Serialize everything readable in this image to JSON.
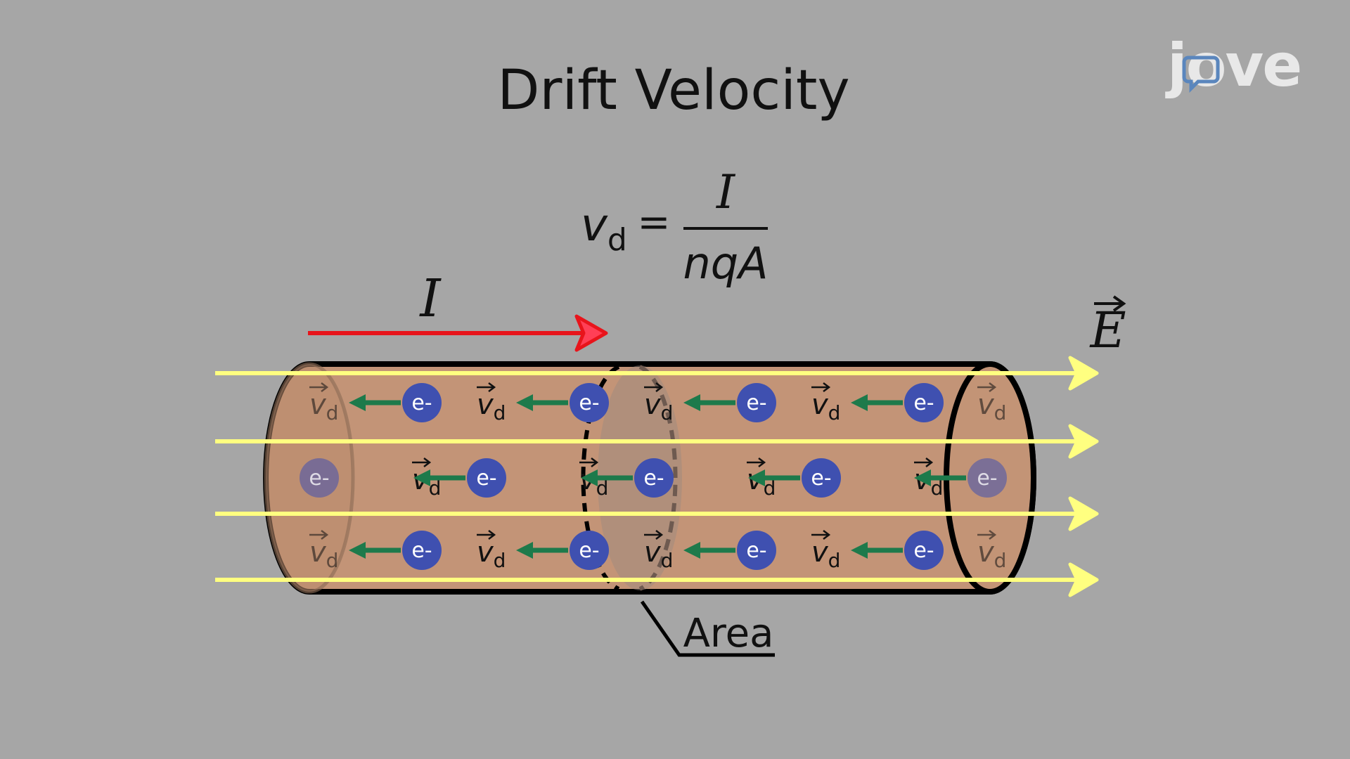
{
  "title": "Drift Velocity",
  "logo": {
    "text": "jove",
    "color": "#e6e6e6",
    "accent": "#5a86bd"
  },
  "formula": {
    "lhs_symbol": "v",
    "lhs_subscript": "d",
    "equals": "=",
    "numerator": "I",
    "denominator": "nqA"
  },
  "current": {
    "label": "I",
    "color": "#e8141b",
    "direction": "right"
  },
  "field": {
    "label": "E",
    "color": "#ffff80",
    "direction": "right",
    "lines": 4
  },
  "wire": {
    "fill": "#c39477",
    "outline": "#000000"
  },
  "electron": {
    "label": "e-",
    "color": "#3f50b0",
    "motion_direction": "left"
  },
  "drift_arrow": {
    "color": "#1d7a4b",
    "direction": "left"
  },
  "drift_label": {
    "symbol": "v",
    "subscript": "d"
  },
  "area_label": "Area",
  "rows": [
    {
      "pattern": [
        "vd",
        "e",
        "vd",
        "e",
        "vd",
        "e",
        "vd",
        "e",
        "vd"
      ]
    },
    {
      "pattern": [
        "e",
        "vd",
        "e",
        "vd",
        "e",
        "vd",
        "e",
        "vd",
        "e"
      ]
    },
    {
      "pattern": [
        "vd",
        "e",
        "vd",
        "e",
        "vd",
        "e",
        "vd",
        "e",
        "vd"
      ]
    }
  ]
}
